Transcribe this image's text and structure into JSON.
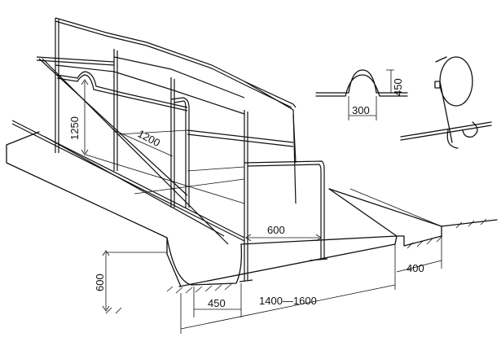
{
  "dimensions": {
    "rail_height": "1250",
    "stall_width": "1200",
    "loop_width": "300",
    "loop_height": "450",
    "divider_length": "600",
    "trough_depth": "600",
    "trough_width": "450",
    "platform_length": "1400—1600",
    "gutter_width": "400"
  }
}
